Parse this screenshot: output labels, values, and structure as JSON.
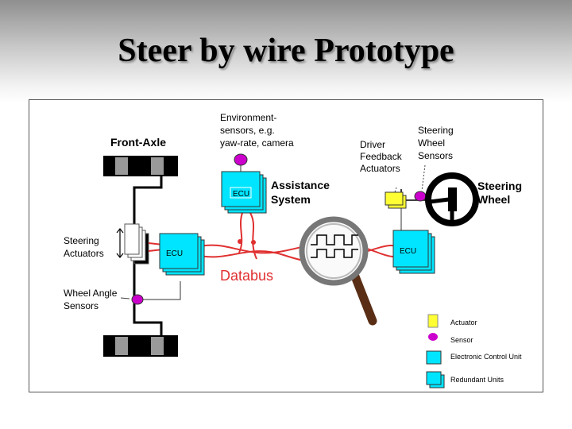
{
  "title": "Steer by wire Prototype",
  "diagram": {
    "front_axle": "Front-Axle",
    "env_sensors": [
      "Environment-",
      "sensors, e.g.",
      "yaw-rate, camera"
    ],
    "assistance_system": [
      "Assistance",
      "System"
    ],
    "driver_feedback": [
      "Driver",
      "Feedback",
      "Actuators"
    ],
    "steering_wheel_sensors": [
      "Steering",
      "Wheel",
      "Sensors"
    ],
    "steering_wheel": [
      "Steering",
      "Wheel"
    ],
    "steering_actuators": [
      "Steering",
      "Actuators"
    ],
    "wheel_angle_sensors": [
      "Wheel Angle",
      "Sensors"
    ],
    "databus": "Databus",
    "ecu": "ECU"
  },
  "legend": {
    "actuator": "Actuator",
    "sensor": "Sensor",
    "ecu": "Electronic Control Unit",
    "redundant": "Redundant Units"
  },
  "colors": {
    "bus": "#e03030",
    "ecu_fill": "#00e5ff",
    "sensor_fill": "#cc00cc",
    "actuator_fill": "#ffff33"
  }
}
